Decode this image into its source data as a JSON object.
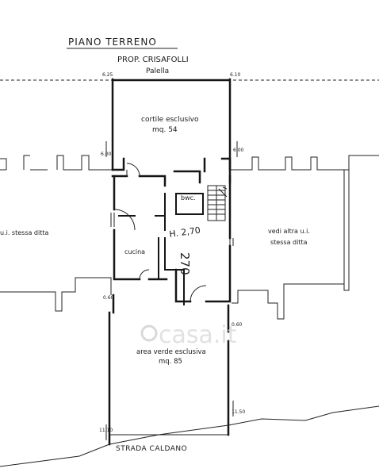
{
  "title": "PIANO TERRENO",
  "neighbor_top": {
    "line1": "PROP. CRISAFOLLI",
    "line2": "Palella"
  },
  "street": "STRADA CALDANO",
  "rooms": {
    "courtyard": {
      "name": "cortile esclusivo",
      "area": "mq. 54"
    },
    "bathroom": "bwc.",
    "kitchen": "cucina",
    "green_area": {
      "name": "area verde esclusiva",
      "area": "mq. 85"
    }
  },
  "neighbors": {
    "left": "u.i. stessa ditta",
    "right_line1": "vedi altra u.i.",
    "right_line2": "stessa ditta"
  },
  "annotations": {
    "height": "H. 2,70",
    "rotated": "270",
    "watermark": "casa.it"
  },
  "dimensions": {
    "top_left": "6.25",
    "top_right": "6.10",
    "left_mid": "6.00",
    "right_mid": "6.00",
    "left_lower": "0.60",
    "right_lower": "0.60",
    "bottom_left": "11.10",
    "bottom_right": "11.50"
  }
}
